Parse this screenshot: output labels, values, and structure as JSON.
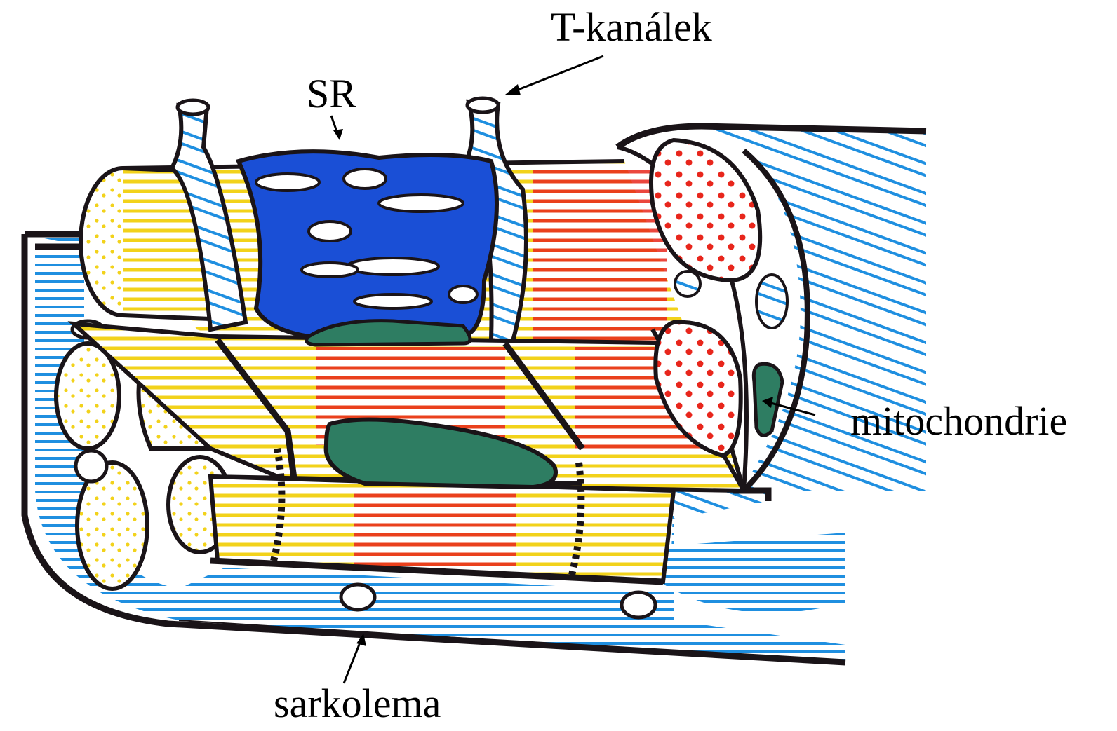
{
  "labels": {
    "t_tubule": "T-kanálek",
    "sr": "SR",
    "mitochondria": "mitochondrie",
    "sarcolemma": "sarkolema"
  },
  "colors": {
    "outline": "#1a1418",
    "myofibril_yellow": "#f2d21a",
    "band_red": "#e8261c",
    "sr_blue": "#1a4fd6",
    "cytoplasm_blue": "#1f8fe0",
    "mitochondria_green": "#2e7d62",
    "background": "#ffffff"
  }
}
